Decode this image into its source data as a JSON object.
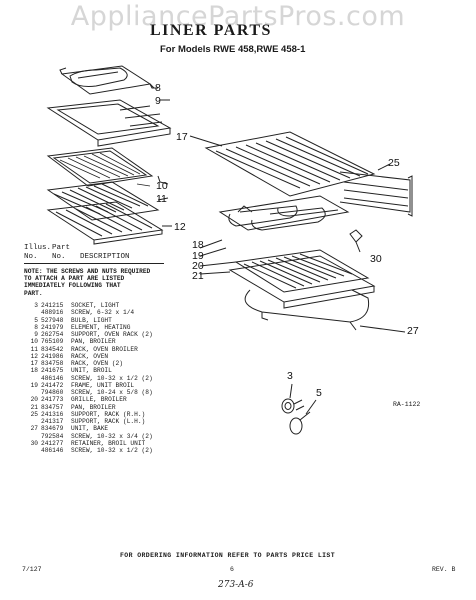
{
  "watermark": "AppliancePartsPros.com",
  "header": {
    "title": "LINER PARTS",
    "subtitle": "For Models RWE 458,RWE 458-1"
  },
  "table_header": {
    "line1_col1": "Illus.",
    "line1_col2": "Part",
    "line2_col1": "No.",
    "line2_col2": "No.",
    "line2_col3": "DESCRIPTION"
  },
  "note_lines": [
    "NOTE: THE SCREWS AND NUTS REQUIRED",
    "TO ATTACH A PART ARE LISTED",
    "IMMEDIATELY FOLLOWING THAT",
    "PART."
  ],
  "parts": [
    {
      "illus": "3",
      "part": "241215",
      "desc": "SOCKET, LIGHT"
    },
    {
      "illus": "",
      "part": "488916",
      "desc": "SCREW, 6-32 x 1/4"
    },
    {
      "illus": "5",
      "part": "527948",
      "desc": "BULB, LIGHT"
    },
    {
      "illus": "8",
      "part": "241979",
      "desc": "ELEMENT, HEATING"
    },
    {
      "illus": "9",
      "part": "262754",
      "desc": "SUPPORT, OVEN RACK (2)"
    },
    {
      "illus": "10",
      "part": "765109",
      "desc": "PAN, BROILER"
    },
    {
      "illus": "11",
      "part": "834542",
      "desc": "RACK, OVEN BROILER"
    },
    {
      "illus": "12",
      "part": "241986",
      "desc": "RACK, OVEN"
    },
    {
      "illus": "17",
      "part": "834758",
      "desc": "RACK, OVEN (2)"
    },
    {
      "illus": "18",
      "part": "241675",
      "desc": "UNIT, BROIL"
    },
    {
      "illus": "",
      "part": "486146",
      "desc": "SCREW, 10-32 x 1/2 (2)"
    },
    {
      "illus": "19",
      "part": "241472",
      "desc": "FRAME, UNIT BROIL"
    },
    {
      "illus": "",
      "part": "794860",
      "desc": "SCREW, 10-24 x 5/8 (8)"
    },
    {
      "illus": "20",
      "part": "241773",
      "desc": "GRILLE, BROILER"
    },
    {
      "illus": "21",
      "part": "834757",
      "desc": "PAN, BROILER"
    },
    {
      "illus": "25",
      "part": "241316",
      "desc": "SUPPORT, RACK (R.H.)"
    },
    {
      "illus": "",
      "part": "241317",
      "desc": "SUPPORT, RACK (L.H.)"
    },
    {
      "illus": "27",
      "part": "834679",
      "desc": "UNIT, BAKE"
    },
    {
      "illus": "",
      "part": "792584",
      "desc": "SCREW, 10-32 x 3/4 (2)"
    },
    {
      "illus": "30",
      "part": "241277",
      "desc": "RETAINER, BROIL UNIT"
    },
    {
      "illus": "",
      "part": "486146",
      "desc": "SCREW, 10-32 x 1/2 (2)"
    }
  ],
  "callouts": {
    "c8": "8",
    "c9": "9",
    "c10": "10",
    "c11": "11",
    "c12": "12",
    "c17": "17",
    "c25": "25",
    "c18": "18",
    "c19": "19",
    "c20": "20",
    "c21": "21",
    "c30": "30",
    "c27": "27",
    "c3": "3",
    "c5": "5"
  },
  "figure_number": "RA-1122",
  "footer": {
    "order_info": "FOR ORDERING INFORMATION REFER TO PARTS PRICE LIST",
    "left_code": "7/127",
    "page": "6",
    "rev": "REV. B",
    "handwritten": "273-A-6"
  }
}
